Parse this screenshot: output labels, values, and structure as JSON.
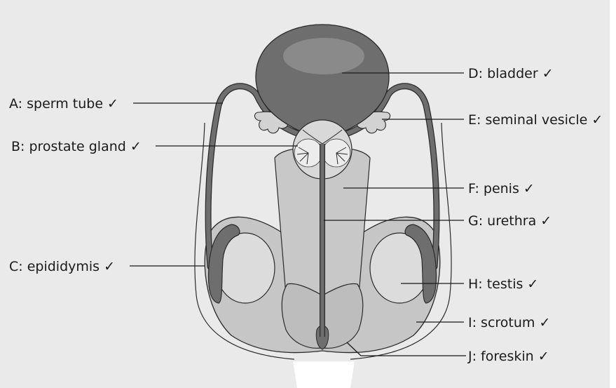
{
  "labels": {
    "A": "A: sperm tube ✓",
    "B": "B: prostate gland ✓",
    "C": "C: epididymis ✓",
    "D": "D: bladder ✓",
    "E": "E: seminal vesicle ✓",
    "F": "F: penis ✓",
    "G": "G: urethra ✓",
    "H": "H: testis ✓",
    "I": "I: scrotum ✓",
    "J": "J: foreskin ✓"
  },
  "colors": {
    "background": "#eaeaea",
    "dark_tissue": "#6e6e6e",
    "mid_tissue": "#bdbdbd",
    "light_tissue": "#d6d6d6",
    "testis": "#dcdcdc",
    "outline": "#2a2a2a"
  }
}
